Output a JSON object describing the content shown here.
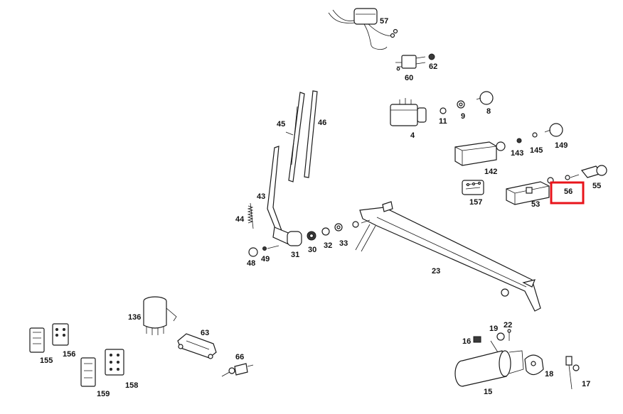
{
  "diagram": {
    "parts": [
      {
        "id": "57",
        "label": "57"
      },
      {
        "id": "60",
        "label": "60"
      },
      {
        "id": "62",
        "label": "62"
      },
      {
        "id": "4",
        "label": "4"
      },
      {
        "id": "11",
        "label": "11"
      },
      {
        "id": "9",
        "label": "9"
      },
      {
        "id": "8",
        "label": "8"
      },
      {
        "id": "142",
        "label": "142"
      },
      {
        "id": "143",
        "label": "143"
      },
      {
        "id": "145",
        "label": "145"
      },
      {
        "id": "149",
        "label": "149"
      },
      {
        "id": "157",
        "label": "157"
      },
      {
        "id": "53",
        "label": "53"
      },
      {
        "id": "56",
        "label": "56"
      },
      {
        "id": "55",
        "label": "55"
      },
      {
        "id": "45",
        "label": "45"
      },
      {
        "id": "46",
        "label": "46"
      },
      {
        "id": "43",
        "label": "43"
      },
      {
        "id": "44",
        "label": "44"
      },
      {
        "id": "48",
        "label": "48"
      },
      {
        "id": "49",
        "label": "49"
      },
      {
        "id": "31",
        "label": "31"
      },
      {
        "id": "30",
        "label": "30"
      },
      {
        "id": "32",
        "label": "32"
      },
      {
        "id": "33",
        "label": "33"
      },
      {
        "id": "23",
        "label": "23"
      },
      {
        "id": "136",
        "label": "136"
      },
      {
        "id": "63",
        "label": "63"
      },
      {
        "id": "66",
        "label": "66"
      },
      {
        "id": "155",
        "label": "155"
      },
      {
        "id": "156",
        "label": "156"
      },
      {
        "id": "159",
        "label": "159"
      },
      {
        "id": "158",
        "label": "158"
      },
      {
        "id": "19",
        "label": "19"
      },
      {
        "id": "22",
        "label": "22"
      },
      {
        "id": "16",
        "label": "16"
      },
      {
        "id": "18",
        "label": "18"
      },
      {
        "id": "17",
        "label": "17"
      },
      {
        "id": "15",
        "label": "15"
      }
    ],
    "highlight": {
      "target": "56",
      "color": "#e8141b"
    }
  }
}
